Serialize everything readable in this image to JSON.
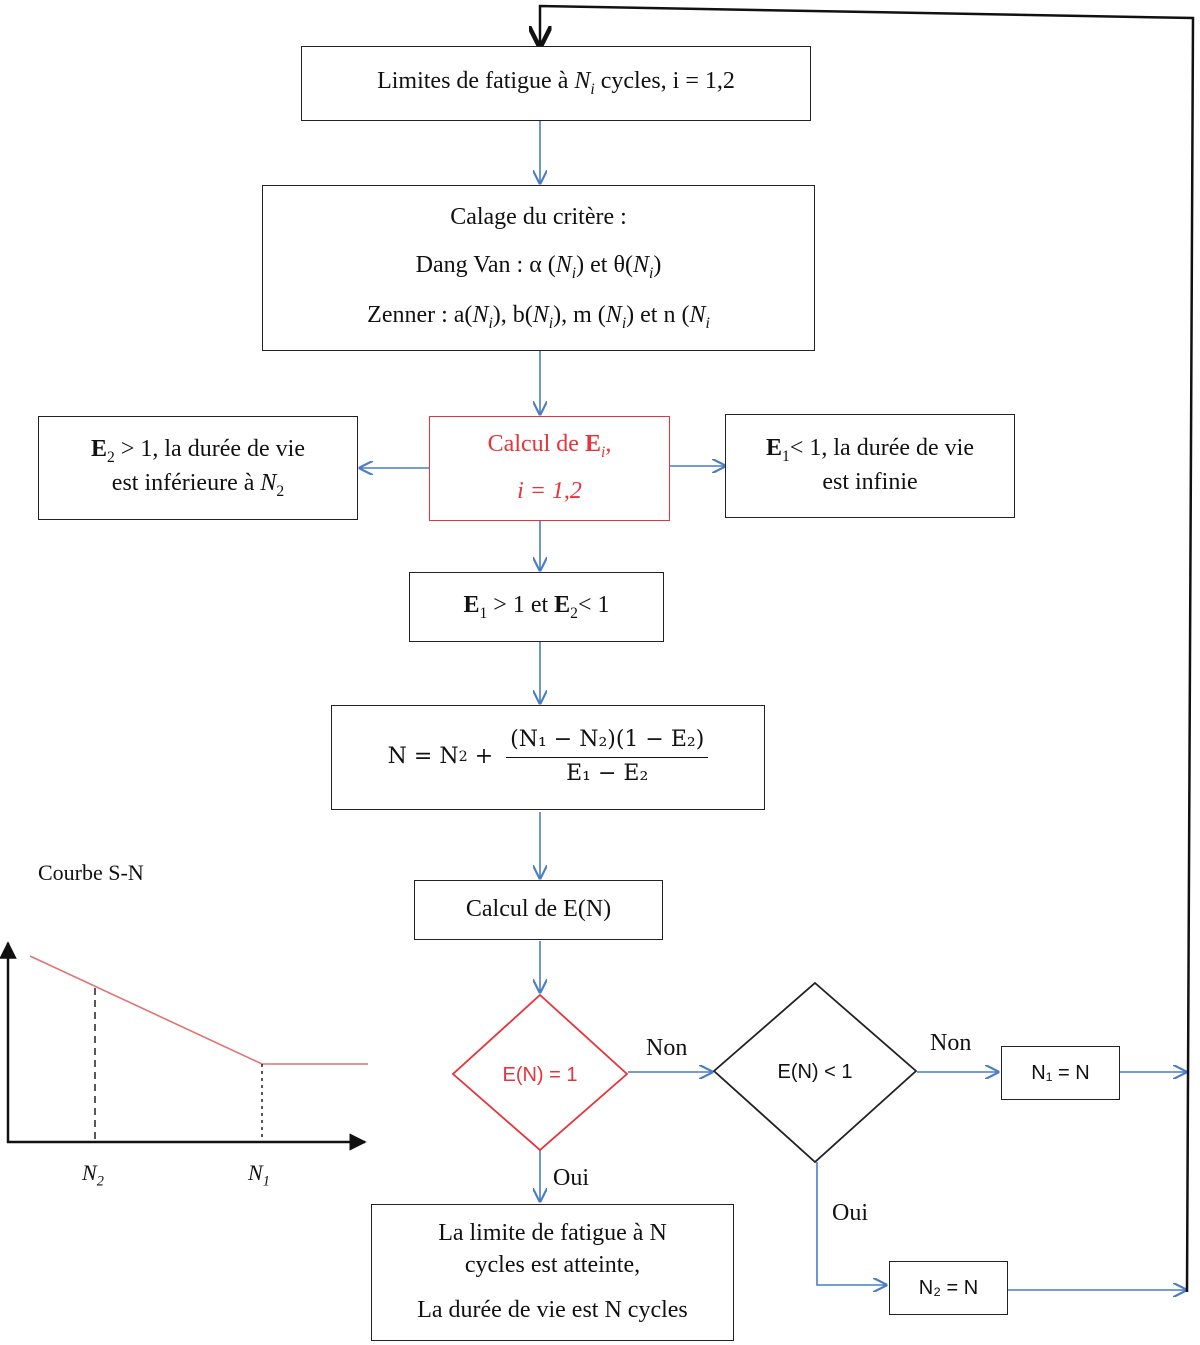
{
  "boxes": {
    "limits": {
      "text": "Limites de fatigue  à",
      "var": "N",
      "sub": "i",
      "rest": " cycles, i = 1,2"
    },
    "calage": {
      "title": "Calage du critère :",
      "dang_prefix": "Dang Van : α (",
      "dang_mid": ") et θ(",
      "dang_end": ")",
      "zenner_prefix": "Zenner : a(",
      "zenner_b": "), b(",
      "zenner_m": "), m (",
      "zenner_n": ") et n (",
      "var": "N",
      "sub": "i"
    },
    "calcul_e": {
      "line1": "Calcul de ",
      "bold": "E",
      "sub": "i",
      "comma": ",",
      "line2": "i = 1,2"
    },
    "left": {
      "bold": "E",
      "sub": "2",
      "text1": " > 1, la durée de vie",
      "text2": "est inférieure à ",
      "var": "N",
      "var_sub": "2"
    },
    "right": {
      "bold": "E",
      "sub": "1",
      "text1": "< 1, la durée de vie",
      "text2": "est infinie"
    },
    "condition": {
      "e1": "E",
      "s1": "1",
      "mid": " > 1 et ",
      "e2": "E",
      "s2": "2",
      "end": "< 1"
    },
    "formula": {
      "lhs": "N =  N",
      "lhs_sub": "2",
      "plus": " + ",
      "num": "(N₁ − N₂)(1 − E₂)",
      "den": "E₁ − E₂"
    },
    "calcul_en": {
      "text": "Calcul de E(N)"
    },
    "result": {
      "line1": "La limite de fatigue à N",
      "line2": "cycles est atteinte,",
      "line3": "La durée de vie est N cycles"
    },
    "n1": {
      "text": "N₁ = N"
    },
    "n2": {
      "text": "N₂ = N"
    }
  },
  "diamonds": {
    "d1": {
      "text": "E(N) = 1"
    },
    "d2": {
      "text": "E(N) < 1"
    }
  },
  "labels": {
    "non1": "Non",
    "non2": "Non",
    "oui1": "Oui",
    "oui2": "Oui"
  },
  "sn_curve": {
    "title": "Courbe S-N",
    "n2_label": "N",
    "n2_sub": "2",
    "n1_label": "N",
    "n1_sub": "1"
  },
  "colors": {
    "arrow": "#4a7cc7",
    "accent": "#e8333a",
    "border": "#222222"
  }
}
